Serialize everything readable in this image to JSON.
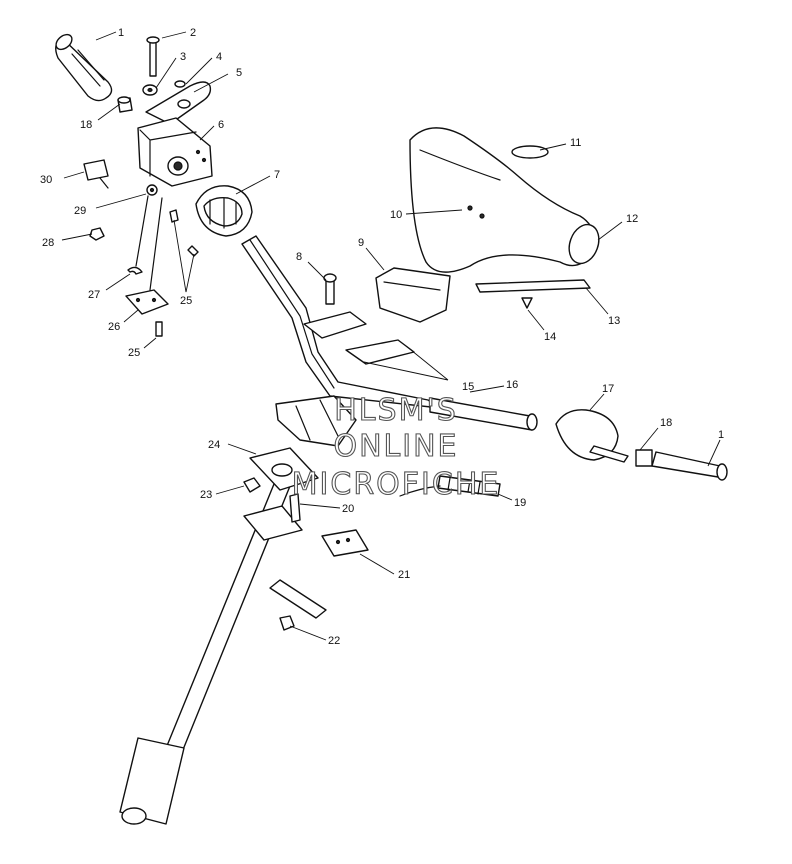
{
  "watermark": [
    "HLSM'S",
    "ONLINE",
    "MICROFICHE"
  ],
  "callouts": [
    "1",
    "2",
    "3",
    "4",
    "5",
    "18",
    "6",
    "30",
    "7",
    "29",
    "28",
    "27",
    "25",
    "26",
    "25",
    "8",
    "9",
    "10",
    "11",
    "12",
    "13",
    "14",
    "15",
    "16",
    "17",
    "18",
    "1",
    "24",
    "23",
    "20",
    "19",
    "21",
    "22"
  ]
}
